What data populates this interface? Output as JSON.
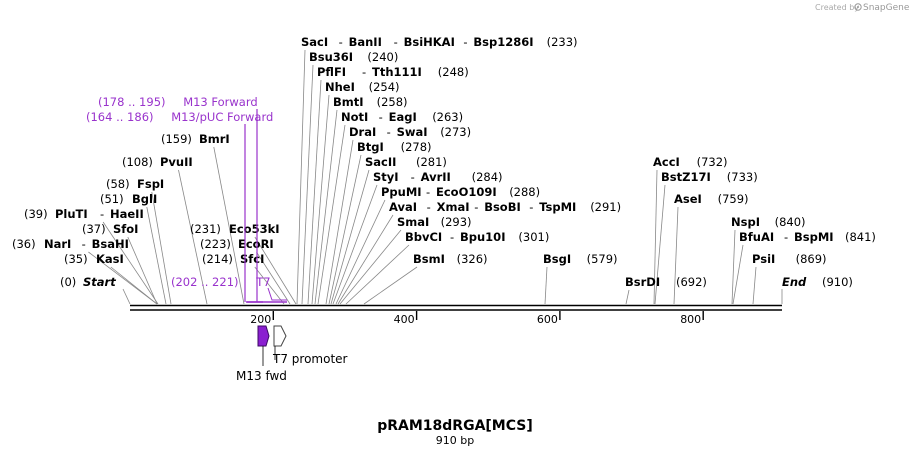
{
  "brand": {
    "created_by": "Created by",
    "app_name": "SnapGene"
  },
  "sequence": {
    "name": "pRAM18dRGA[MCS]",
    "length_label": "910 bp",
    "length": 910
  },
  "colors": {
    "primer": "#9933cc",
    "feature_fill": "#8a1fd0",
    "backbone": "#000000"
  },
  "ruler": {
    "ticks": [
      {
        "value": 200,
        "label": "200"
      },
      {
        "value": 400,
        "label": "400"
      },
      {
        "value": 600,
        "label": "600"
      },
      {
        "value": 800,
        "label": "800"
      }
    ]
  },
  "ends": [
    {
      "id": "start",
      "name": "Start",
      "pos_label": "(0)"
    },
    {
      "id": "end",
      "name": "End",
      "pos_label": "(910)"
    }
  ],
  "sites": [
    {
      "id": "kasi",
      "names": [
        "KasI"
      ],
      "pos": "(35)"
    },
    {
      "id": "nari",
      "names": [
        "NarI",
        "BsaHI"
      ],
      "pos": "(36)"
    },
    {
      "id": "sfoi",
      "names": [
        "SfoI"
      ],
      "pos": "(37)"
    },
    {
      "id": "pluti",
      "names": [
        "PluTI",
        "HaeII"
      ],
      "pos": "(39)"
    },
    {
      "id": "bgli",
      "names": [
        "BglI"
      ],
      "pos": "(51)"
    },
    {
      "id": "fspi",
      "names": [
        "FspI"
      ],
      "pos": "(58)"
    },
    {
      "id": "pvuii",
      "names": [
        "PvuII"
      ],
      "pos": "(108)"
    },
    {
      "id": "bmri",
      "names": [
        "BmrI"
      ],
      "pos": "(159)"
    },
    {
      "id": "sfci",
      "names": [
        "SfcI"
      ],
      "pos": "(214)"
    },
    {
      "id": "ecori",
      "names": [
        "EcoRI"
      ],
      "pos": "(223)"
    },
    {
      "id": "eco53ki",
      "names": [
        "Eco53kI"
      ],
      "pos": "(231)"
    },
    {
      "id": "saci",
      "names": [
        "SacI",
        "BanII",
        "BsiHKAI",
        "Bsp1286I"
      ],
      "pos": "(233)"
    },
    {
      "id": "bsu36i",
      "names": [
        "Bsu36I"
      ],
      "pos": "(240)"
    },
    {
      "id": "pflfi",
      "names": [
        "PflFI",
        "Tth111I"
      ],
      "pos": "(248)"
    },
    {
      "id": "nhei",
      "names": [
        "NheI"
      ],
      "pos": "(254)"
    },
    {
      "id": "bmti",
      "names": [
        "BmtI"
      ],
      "pos": "(258)"
    },
    {
      "id": "noti",
      "names": [
        "NotI",
        "EagI"
      ],
      "pos": "(263)"
    },
    {
      "id": "drai",
      "names": [
        "DraI",
        "SwaI"
      ],
      "pos": "(273)"
    },
    {
      "id": "btgi",
      "names": [
        "BtgI"
      ],
      "pos": "(278)"
    },
    {
      "id": "sacii",
      "names": [
        "SacII"
      ],
      "pos": "(281)"
    },
    {
      "id": "styi",
      "names": [
        "StyI",
        "AvrII"
      ],
      "pos": "(284)"
    },
    {
      "id": "ppumi",
      "names": [
        "PpuMI",
        "EcoO109I"
      ],
      "pos": "(288)"
    },
    {
      "id": "avai",
      "names": [
        "AvaI",
        "XmaI",
        "BsoBI",
        "TspMI"
      ],
      "pos": "(291)"
    },
    {
      "id": "smai",
      "names": [
        "SmaI"
      ],
      "pos": "(293)"
    },
    {
      "id": "bbvci",
      "names": [
        "BbvCI",
        "Bpu10I"
      ],
      "pos": "(301)"
    },
    {
      "id": "bsmi",
      "names": [
        "BsmI"
      ],
      "pos": "(326)"
    },
    {
      "id": "bsgi",
      "names": [
        "BsgI"
      ],
      "pos": "(579)"
    },
    {
      "id": "bsrdi",
      "names": [
        "BsrDI"
      ],
      "pos": "(692)"
    },
    {
      "id": "acci",
      "names": [
        "AccI"
      ],
      "pos": "(732)"
    },
    {
      "id": "bstz17i",
      "names": [
        "BstZ17I"
      ],
      "pos": "(733)"
    },
    {
      "id": "asei",
      "names": [
        "AseI"
      ],
      "pos": "(759)"
    },
    {
      "id": "nspi",
      "names": [
        "NspI"
      ],
      "pos": "(840)"
    },
    {
      "id": "bfuai",
      "names": [
        "BfuAI",
        "BspMI"
      ],
      "pos": "(841)"
    },
    {
      "id": "psii",
      "names": [
        "PsiI"
      ],
      "pos": "(869)"
    }
  ],
  "primers": [
    {
      "id": "m13-forward",
      "name": "M13 Forward",
      "range": "(178 .. 195)"
    },
    {
      "id": "m13-puc-forward",
      "name": "M13/pUC Forward",
      "range": "(164 .. 186)"
    },
    {
      "id": "t7",
      "name": "T7",
      "range": "(202 .. 221)"
    }
  ],
  "features": [
    {
      "id": "m13-fwd",
      "name": "M13 fwd"
    },
    {
      "id": "t7-promoter",
      "name": "T7 promoter"
    }
  ]
}
